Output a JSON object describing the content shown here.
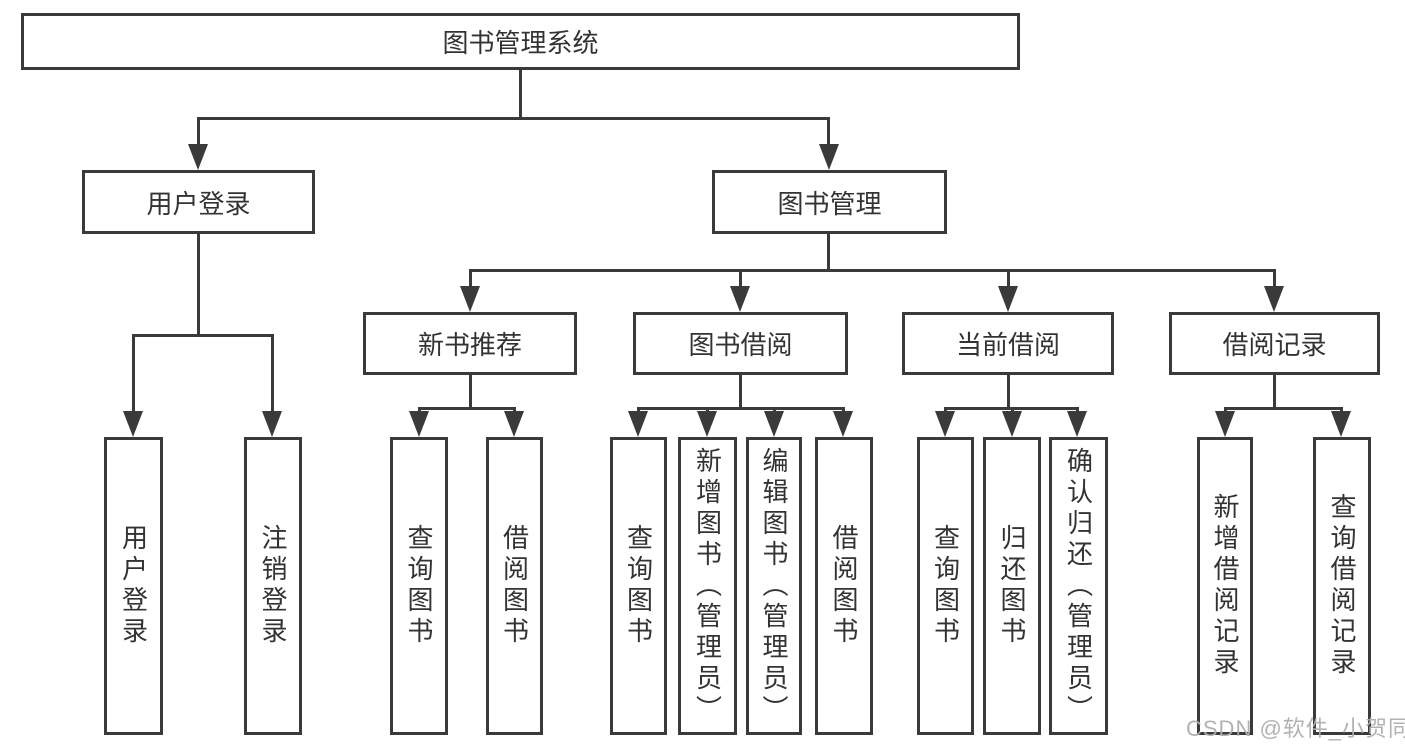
{
  "title": "图书管理系统",
  "branches": {
    "user_login": "用户登录",
    "book_management": "图书管理",
    "new_book_recommend": "新书推荐",
    "book_borrowing": "图书借阅",
    "current_borrowing": "当前借阅",
    "borrowing_records": "借阅记录"
  },
  "leaves": {
    "user_login": [
      "用户登录",
      "注销登录"
    ],
    "new_book_recommend": [
      "查询图书",
      "借阅图书"
    ],
    "book_borrowing": [
      "查询图书",
      "新增图书（管理员）",
      "编辑图书（管理员）",
      "借阅图书"
    ],
    "current_borrowing": [
      "查询图书",
      "归还图书",
      "确认归还（管理员）"
    ],
    "borrowing_records": [
      "新增借阅记录",
      "查询借阅记录"
    ]
  },
  "watermark": "CSDN @软件_小贺同学",
  "colors": {
    "line": "#3a3a3a",
    "text": "#333333",
    "box_fill": "#ffffff",
    "background": "#ffffff",
    "watermark": "#acaeb2"
  }
}
